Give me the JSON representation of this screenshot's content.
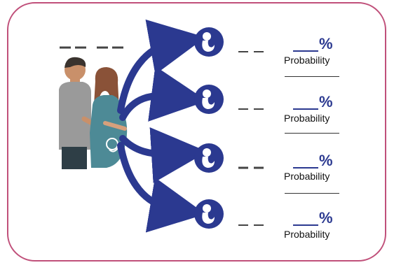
{
  "colors": {
    "frame": "#c0507a",
    "arrow": "#2b3990",
    "text": "#111111"
  },
  "outcomes": [
    {
      "icon": "fetus-icon",
      "percent_symbol": "%",
      "label": "Probability"
    },
    {
      "icon": "fetus-icon",
      "percent_symbol": "%",
      "label": "Probability"
    },
    {
      "icon": "fetus-icon",
      "percent_symbol": "%",
      "label": "Probability"
    },
    {
      "icon": "fetus-icon",
      "percent_symbol": "%",
      "label": "Probability"
    }
  ]
}
